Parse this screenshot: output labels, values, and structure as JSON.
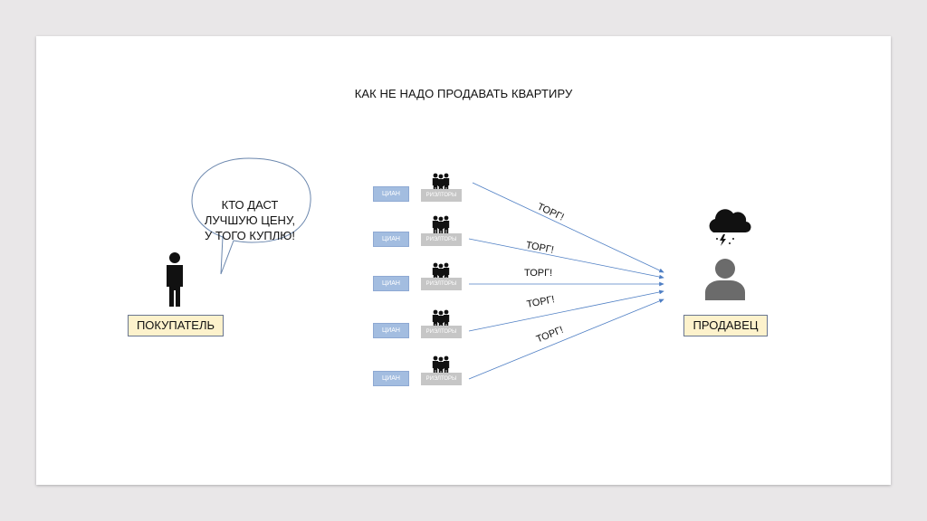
{
  "title": "КАК НЕ НАДО ПРОДАВАТЬ КВАРТИРУ",
  "buyer": {
    "label": "ПОКУПАТЕЛЬ",
    "speech": [
      "КТО ДАСТ",
      "ЛУЧШУЮ ЦЕНУ,",
      "У ТОГО КУПЛЮ!"
    ]
  },
  "seller": {
    "label": "ПРОДАВЕЦ"
  },
  "channels": [
    {
      "platform": "ЦИАН",
      "agents": "РИЭЛТОРЫ",
      "action": "ТОРГ!"
    },
    {
      "platform": "ЦИАН",
      "agents": "РИЭЛТОРЫ",
      "action": "ТОРГ!"
    },
    {
      "platform": "ЦИАН",
      "agents": "РИЭЛТОРЫ",
      "action": "ТОРГ!"
    },
    {
      "platform": "ЦИАН",
      "agents": "РИЭЛТОРЫ",
      "action": "ТОРГ!"
    },
    {
      "platform": "ЦИАН",
      "agents": "РИЭЛТОРЫ",
      "action": "ТОРГ!"
    }
  ],
  "icons": {
    "buyer": "person-standing-icon",
    "realtors": "group-of-people-icon",
    "seller": "user-silhouette-icon",
    "mood": "storm-cloud-icon"
  },
  "colors": {
    "arrow": "#4f7fc4",
    "label_fill": "#fdf2cc",
    "platform_fill": "#a3bde0",
    "agent_fill": "#c6c6c6"
  }
}
